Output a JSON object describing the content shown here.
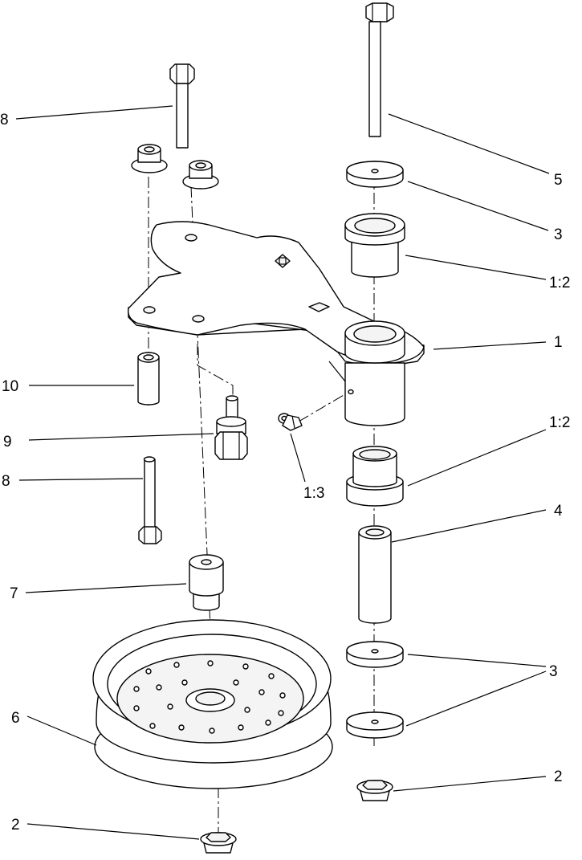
{
  "callouts": {
    "c1": "1",
    "c1_2_top": "1:2",
    "c1_2_bottom": "1:2",
    "c1_3": "1:3",
    "c2_left": "2",
    "c2_right": "2",
    "c3_top": "3",
    "c3_lower": "3",
    "c4": "4",
    "c5": "5",
    "c6": "6",
    "c7": "7",
    "c8_top": "8",
    "c8_bottom": "8",
    "c9": "9",
    "c10": "10"
  }
}
